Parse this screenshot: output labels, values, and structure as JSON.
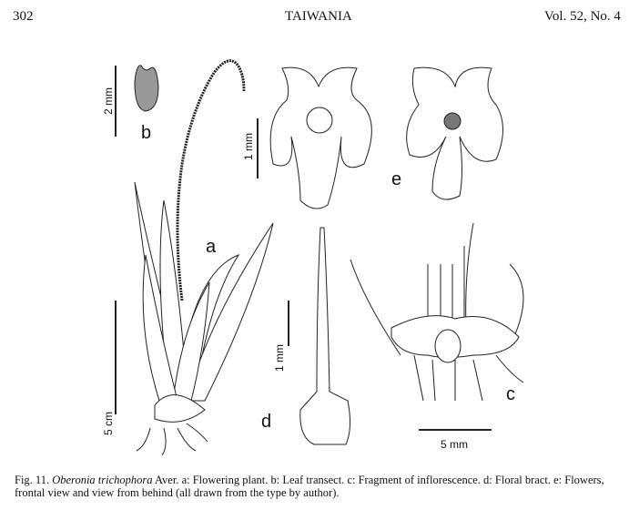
{
  "header": {
    "page_number": "302",
    "journal": "TAIWANIA",
    "volume": "Vol. 52, No. 4"
  },
  "figure": {
    "panel_labels": {
      "a": "a",
      "b": "b",
      "c": "c",
      "d": "d",
      "e": "e"
    },
    "scale_bars": {
      "b": "2 mm",
      "e": "1 mm",
      "a": "5 cm",
      "d": "1 mm",
      "c": "5 mm"
    }
  },
  "caption": {
    "prefix": "Fig. 11. ",
    "species": "Oberonia trichophora",
    "text": " Aver. a: Flowering plant. b: Leaf transect. c: Fragment of inflorescence. d: Floral bract. e: Flowers, frontal view and view from behind (all drawn from the type by author)."
  }
}
